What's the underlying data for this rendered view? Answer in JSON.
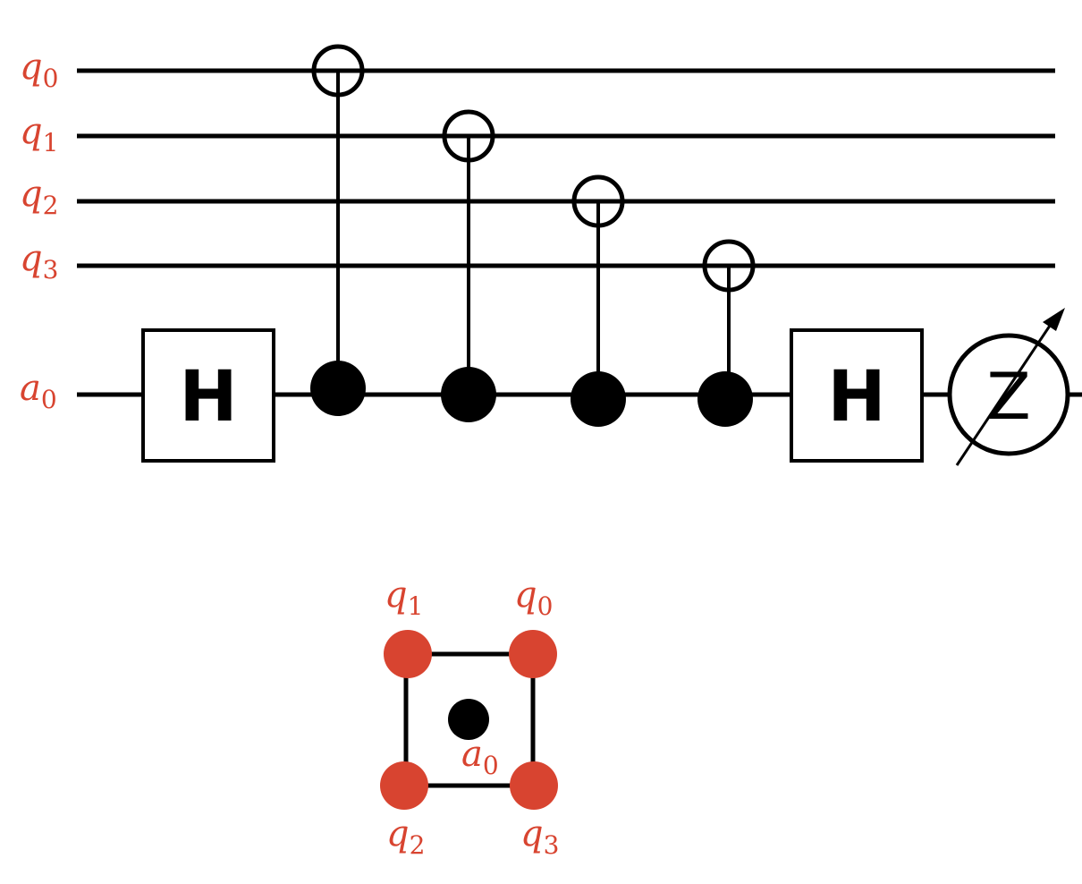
{
  "colors": {
    "label": "#d84430",
    "ink": "#000000",
    "qubit_node": "#d84430",
    "ancilla_node": "#000000"
  },
  "circuit": {
    "wires": [
      {
        "name": "q",
        "sub": "0",
        "kind": "data"
      },
      {
        "name": "q",
        "sub": "1",
        "kind": "data"
      },
      {
        "name": "q",
        "sub": "2",
        "kind": "data"
      },
      {
        "name": "q",
        "sub": "3",
        "kind": "data"
      },
      {
        "name": "a",
        "sub": "0",
        "kind": "ancilla"
      }
    ],
    "hadamard_label": "H",
    "measure_label": "Z",
    "gates": [
      {
        "type": "hadamard",
        "target": 4
      },
      {
        "type": "cnot",
        "control": 4,
        "target": 0
      },
      {
        "type": "cnot",
        "control": 4,
        "target": 1
      },
      {
        "type": "cnot",
        "control": 4,
        "target": 2
      },
      {
        "type": "cnot",
        "control": 4,
        "target": 3
      },
      {
        "type": "hadamard",
        "target": 4
      },
      {
        "type": "measure",
        "target": 4,
        "basis": "Z"
      }
    ]
  },
  "plaquette": {
    "nodes": [
      {
        "name": "q",
        "sub": "1",
        "corner": "top-left"
      },
      {
        "name": "q",
        "sub": "0",
        "corner": "top-right"
      },
      {
        "name": "q",
        "sub": "2",
        "corner": "bottom-left"
      },
      {
        "name": "q",
        "sub": "3",
        "corner": "bottom-right"
      }
    ],
    "ancilla": {
      "name": "a",
      "sub": "0"
    }
  }
}
